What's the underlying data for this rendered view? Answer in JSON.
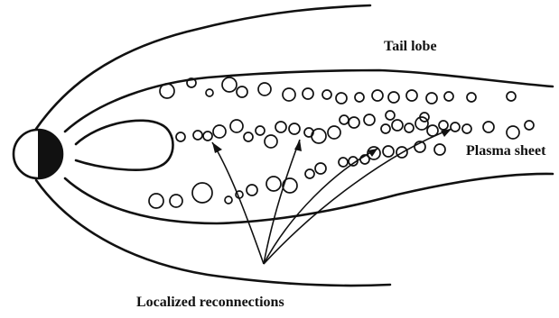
{
  "labels": {
    "tail_lobe": "Tail lobe",
    "plasma_sheet": "Plasma sheet",
    "localized_reconnections": "Localized reconnections"
  },
  "colors": {
    "ink": "#111111",
    "background": "#ffffff"
  },
  "icons": {
    "planet": "earth-day-night-disk",
    "plasmoid": "open-circle"
  }
}
